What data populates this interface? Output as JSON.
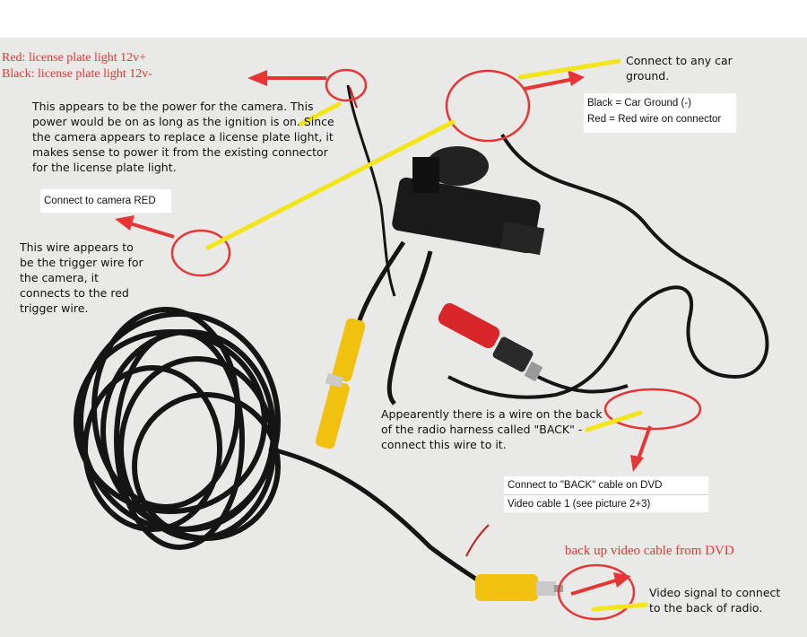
{
  "annotations": {
    "top_left_red_1": "Red: license plate light 12v+",
    "top_left_red_2": "Black: license plate light 12v-",
    "power_note": "This appears to be the power for the camera.  This power would be on as long as the ignition is on.  Since the camera appears to replace a license plate light, it makes sense to power it from the existing connector for the license plate light.",
    "ground_note": "Connect to any car ground.",
    "ground_box_1": "Black = Car Ground (-)",
    "ground_box_2": "Red = Red wire on connector",
    "camera_red_box": "Connect to camera RED",
    "trigger_note": "This wire appears to be the trigger wire for the camera, it connects to the red trigger wire.",
    "back_note": "Appearently there is a wire on the back of the radio harness called \"BACK\" - connect this wire to it.",
    "dvd_box_1": "Connect to \"BACK\" cable on DVD",
    "dvd_box_2": "Video cable 1 (see picture 2+3)",
    "backup_red": "back up video cable from DVD",
    "video_note": "Video signal to connect to the back of radio."
  },
  "colors": {
    "annotation_red": "#e53535",
    "pointer_yellow": "#f2e51a",
    "cable_black": "#151515",
    "rca_yellow": "#f0c10e",
    "rca_red": "#d8262b"
  }
}
